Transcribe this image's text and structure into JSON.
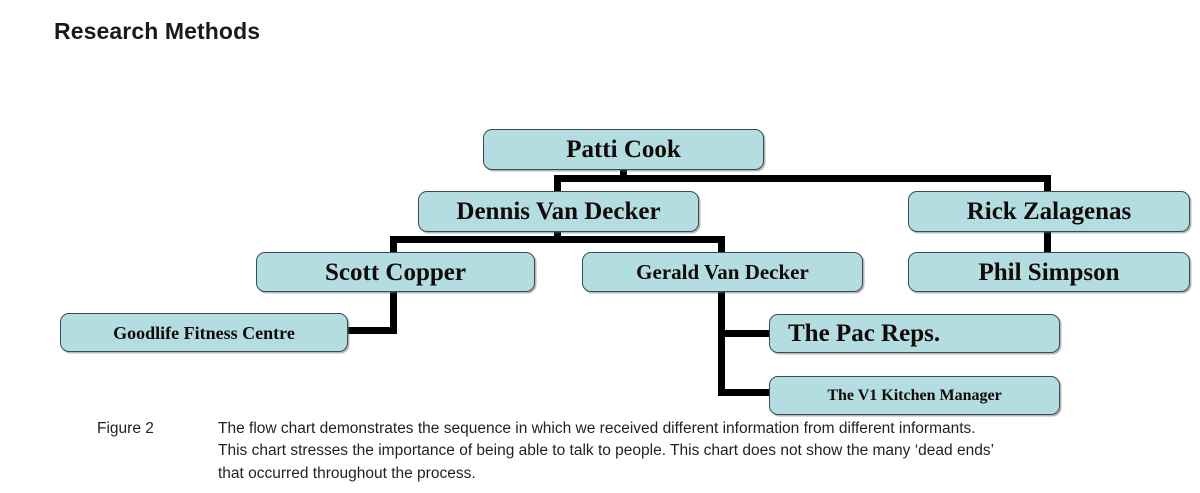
{
  "page": {
    "title": "Research Methods",
    "background_color": "#ffffff"
  },
  "chart_data": {
    "type": "diagram",
    "diagram_type": "organization-flow-chart",
    "title": "Research Methods",
    "node_fill_color": "#b3dde0",
    "node_border_color": "#3c4c4c",
    "connector_color": "#000000",
    "nodes": [
      {
        "id": "patti-cook",
        "label": "Patti Cook",
        "level": 0
      },
      {
        "id": "dennis-van-decker",
        "label": "Dennis Van Decker",
        "level": 1
      },
      {
        "id": "rick-zalagenas",
        "label": "Rick Zalagenas",
        "level": 1
      },
      {
        "id": "scott-copper",
        "label": "Scott Copper",
        "level": 2
      },
      {
        "id": "gerald-van-decker",
        "label": "Gerald Van Decker",
        "level": 2
      },
      {
        "id": "phil-simpson",
        "label": "Phil Simpson",
        "level": 2
      },
      {
        "id": "goodlife-fitness",
        "label": "Goodlife Fitness Centre",
        "level": 3
      },
      {
        "id": "the-pac-reps",
        "label": "The Pac Reps.",
        "level": 3
      },
      {
        "id": "v1-kitchen-manager",
        "label": "The V1 Kitchen Manager",
        "level": 3
      }
    ],
    "edges": [
      {
        "from": "patti-cook",
        "to": "dennis-van-decker"
      },
      {
        "from": "patti-cook",
        "to": "rick-zalagenas"
      },
      {
        "from": "rick-zalagenas",
        "to": "phil-simpson"
      },
      {
        "from": "dennis-van-decker",
        "to": "scott-copper"
      },
      {
        "from": "dennis-van-decker",
        "to": "gerald-van-decker"
      },
      {
        "from": "scott-copper",
        "to": "goodlife-fitness"
      },
      {
        "from": "gerald-van-decker",
        "to": "the-pac-reps"
      },
      {
        "from": "gerald-van-decker",
        "to": "v1-kitchen-manager"
      }
    ]
  },
  "caption": {
    "label": "Figure 2",
    "body": "The flow chart demonstrates the sequence in which we received different information from different informants. This chart stresses the importance of being able to talk to people. This chart does not show the many ‘dead ends’ that occurred throughout the process."
  }
}
